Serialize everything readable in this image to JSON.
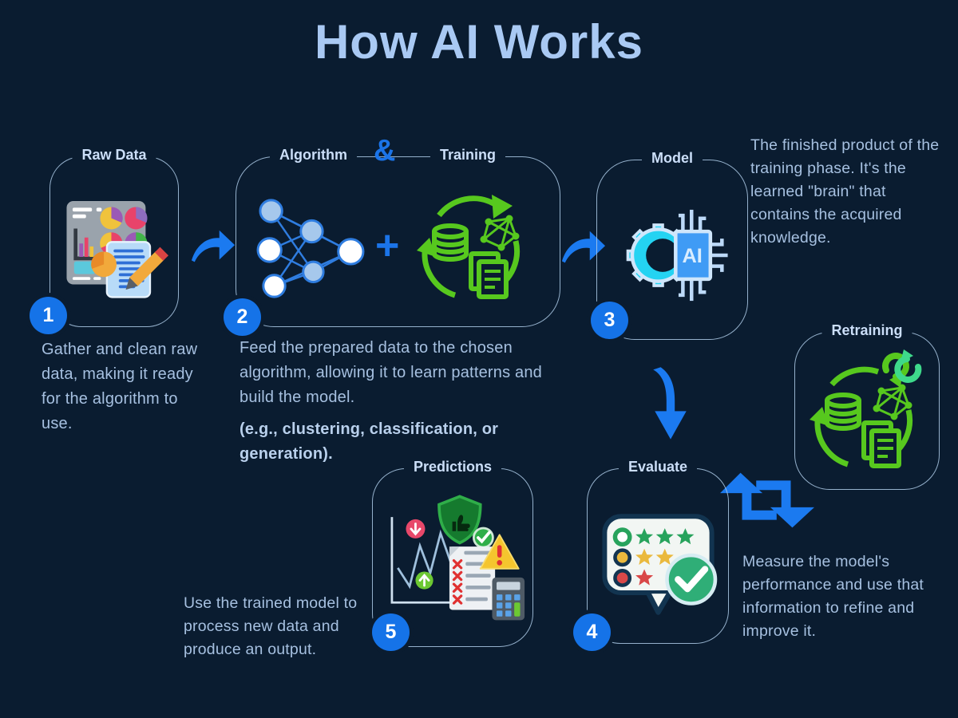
{
  "title": "How AI Works",
  "steps": [
    {
      "number": "1",
      "label": "Raw Data",
      "description": "Gather and clean raw data, making it ready for the algorithm to use."
    },
    {
      "number": "2",
      "label_left": "Algorithm",
      "ampersand": "&",
      "label_right": "Training",
      "plus_sign": "+",
      "description": "Feed the prepared data to the chosen algorithm, allowing it to learn patterns and build the model.",
      "example_note": "(e.g., clustering, classification, or generation)."
    },
    {
      "number": "3",
      "label": "Model",
      "chip_text": "AI",
      "description": "The finished product of the training phase. It's the learned \"brain\" that contains the acquired knowledge."
    },
    {
      "number": "4",
      "label": "Evaluate",
      "description": "Measure the model's performance and use that information to refine and improve it."
    },
    {
      "number": "5",
      "label": "Predictions",
      "description": "Use the trained model to process new data and produce an output."
    }
  ],
  "retraining": {
    "label": "Retraining"
  },
  "colors": {
    "background": "#0a1c30",
    "accent_blue": "#1b7af0",
    "title_blue": "#a9c9f3",
    "body_text": "#a6c0e0",
    "icon_green": "#57c81e",
    "box_border": "#aecbe8"
  }
}
